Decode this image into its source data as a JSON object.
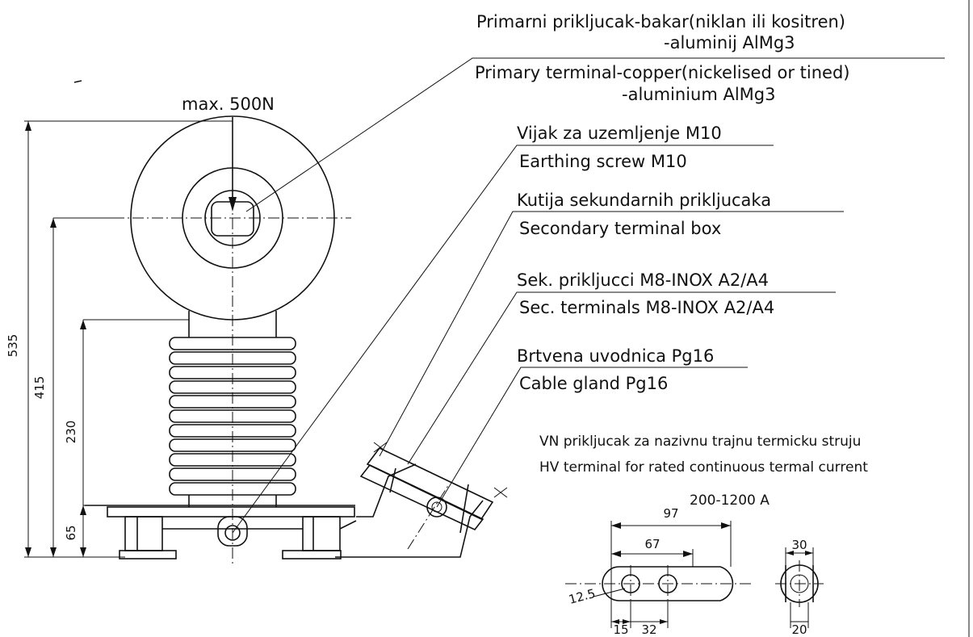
{
  "labels": {
    "primary_hr_1": "Primarni prikljucak-bakar(niklan ili kositren)",
    "primary_hr_2": "-aluminij AlMg3",
    "primary_en_1": "Primary terminal-copper(nickelised or tined)",
    "primary_en_2": "-aluminium AlMg3",
    "earth_hr": "Vijak za uzemljenje M10",
    "earth_en": "Earthing screw M10",
    "secbox_hr": "Kutija sekundarnih prikljucaka",
    "secbox_en": "Secondary terminal box",
    "secterm_hr": "Sek. prikljucci M8-INOX A2/A4",
    "secterm_en": "Sec. terminals M8-INOX A2/A4",
    "gland_hr": "Brtvena uvodnica Pg16",
    "gland_en": "Cable gland Pg16",
    "hv_hr": "VN prikljucak za nazivnu trajnu termicku struju",
    "hv_en": "HV terminal for rated continuous termal current",
    "current_range": "200-1200 A",
    "max_force": "max. 500N"
  },
  "dimensions": {
    "total_height": "535",
    "axis_height": "415",
    "insulator_height": "230",
    "base_height": "65",
    "terminal_length": "97",
    "hole_spacing_total": "67",
    "hole_diameter": "12.5",
    "edge_offset": "15",
    "hole_spacing": "32",
    "terminal_width": "30",
    "terminal_thickness": "20"
  }
}
